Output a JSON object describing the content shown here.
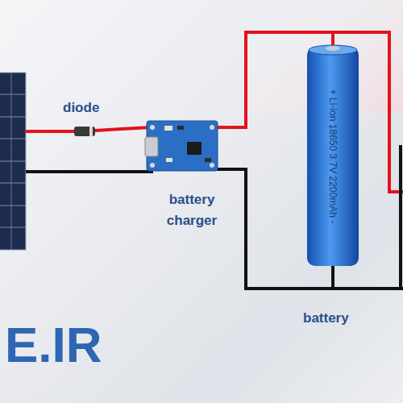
{
  "diagram": {
    "labels": [
      "diode",
      "battery charger",
      "+ Li-ion 18650 3.7V 2200mAh -",
      "battery",
      "E.IR"
    ]
  }
}
